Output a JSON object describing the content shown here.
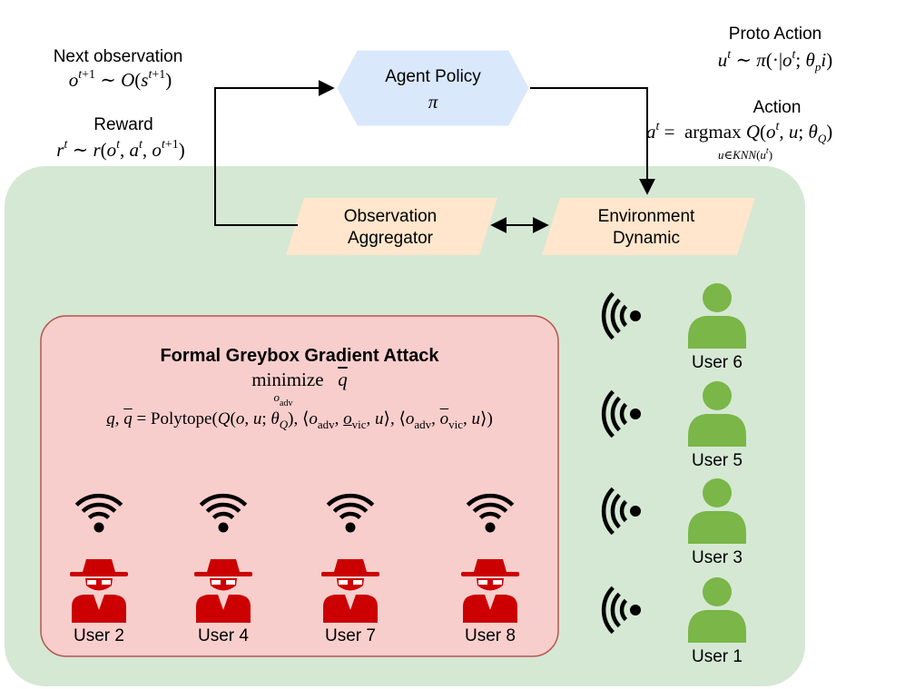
{
  "policy": {
    "name": "Agent Policy",
    "symbol": "π"
  },
  "proto_action": {
    "title": "Proto Action"
  },
  "action": {
    "title": "Action"
  },
  "next_observation": {
    "title": "Next observation"
  },
  "reward": {
    "title": "Reward"
  },
  "observation_aggregator": {
    "line1": "Observation",
    "line2": "Aggregator"
  },
  "environment_dynamic": {
    "line1": "Environment",
    "line2": "Dynamic"
  },
  "attack": {
    "title": "Formal Greybox Gradient Attack",
    "objective_word": "minimize"
  },
  "benign_users": [
    "User 6",
    "User 5",
    "User 3",
    "User 1"
  ],
  "adversarial_users": [
    "User 2",
    "User 4",
    "User 7",
    "User 8"
  ],
  "colors": {
    "environment_bg": "#d5e8d4",
    "attack_bg": "#f8cecc",
    "attack_border": "#b85450",
    "policy_bg": "#dae8fc",
    "process_bg": "#ffe6cc",
    "benign_user": "#7ab648",
    "adversary": "#cc0000",
    "stroke": "#000000"
  },
  "icons": {
    "benign_signal": "wifi-signal-left-icon",
    "benign_user": "user-icon",
    "adversary_signal": "wifi-icon",
    "adversary": "spy-icon"
  }
}
